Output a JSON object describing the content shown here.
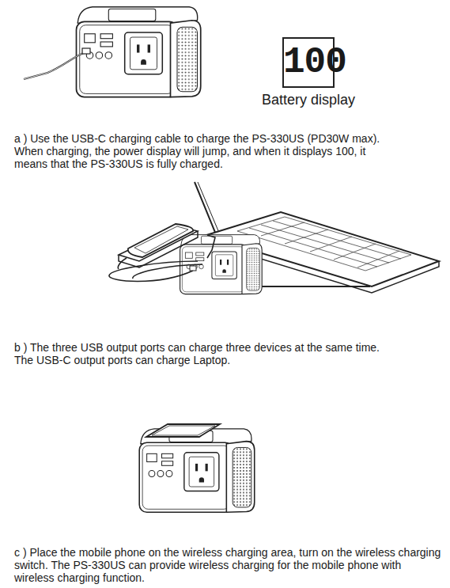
{
  "diagram": {
    "nodes": [
      {
        "text": [
          "100",
          "Battery display"
        ]
      }
    ],
    "labels": [
      "a ) Use the USB-C charging cable to charge the PS-330US (PD30W max).",
      "When charging, the power display will jump, and when it displays 100, it means that the PS-330US is fully charged.",
      "b ) The three USB output ports can charge three devices at the same time.",
      "The USB-C output ports can charge Laptop.",
      "c ) Place the mobile phone on the wireless charging area, turn on the wireless charging switch. The PS-330US can provide wireless charging for the mobile phone with wireless charging function."
    ]
  }
}
